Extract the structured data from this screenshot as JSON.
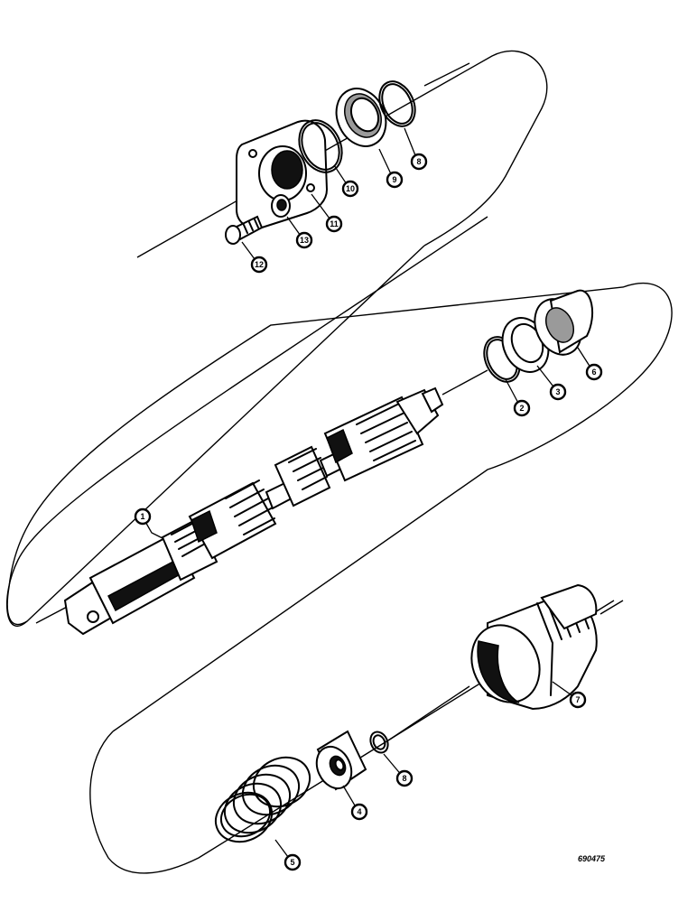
{
  "callouts": [
    {
      "id": "c1",
      "label": "1"
    },
    {
      "id": "c2",
      "label": "2"
    },
    {
      "id": "c3",
      "label": "3"
    },
    {
      "id": "c4",
      "label": "4"
    },
    {
      "id": "c5",
      "label": "5"
    },
    {
      "id": "c6",
      "label": "6"
    },
    {
      "id": "c7",
      "label": "7"
    },
    {
      "id": "c8a",
      "label": "8"
    },
    {
      "id": "c9",
      "label": "9"
    },
    {
      "id": "c8b",
      "label": "8"
    },
    {
      "id": "c10",
      "label": "10"
    },
    {
      "id": "c11",
      "label": "11"
    },
    {
      "id": "c12",
      "label": "12"
    },
    {
      "id": "c13",
      "label": "13"
    }
  ],
  "drawing_number": "690475",
  "colors": {
    "ink": "#000000",
    "paper": "#ffffff"
  }
}
